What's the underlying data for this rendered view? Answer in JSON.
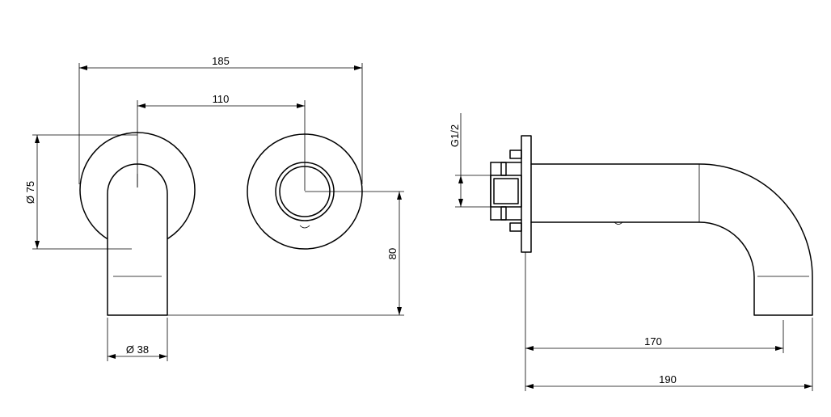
{
  "dimensions": {
    "overall_width": "185",
    "centers": "110",
    "plate_diameter": "Ø 75",
    "height": "80",
    "spout_diameter": "Ø 38",
    "thread": "G1/2",
    "spout_projection": "170",
    "overall_projection": "190"
  }
}
